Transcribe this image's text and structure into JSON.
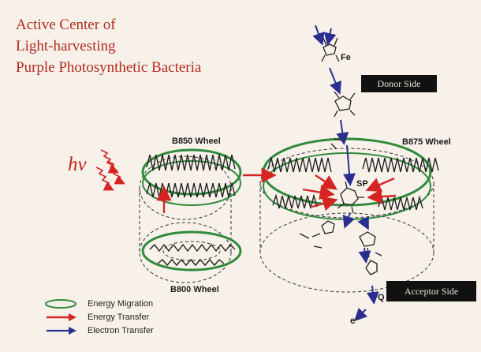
{
  "title": {
    "line1": "Active Center of",
    "line2": "Light-harvesting",
    "line3": "Purple Photosynthetic Bacteria"
  },
  "boxes": {
    "donor_side": "Donor Side",
    "acceptor_side": "Acceptor Side"
  },
  "labels": {
    "b850": "B850  Wheel",
    "b875": "B875  Wheel",
    "b800": "B800  Wheel",
    "hv": "hν",
    "fe": "Fe",
    "sp": "SP",
    "q": "Q",
    "e": "e⁻"
  },
  "legend": {
    "energy_migration": "Energy Migration",
    "energy_transfer": "Energy Transfer",
    "electron_transfer": "Electron Transfer"
  },
  "colors": {
    "title_red": "#b42a1e",
    "energy_migration_green": "#2f8a3b",
    "energy_transfer_red": "#d62424",
    "electron_transfer_blue": "#2a2f8f",
    "box_black": "#111111"
  }
}
